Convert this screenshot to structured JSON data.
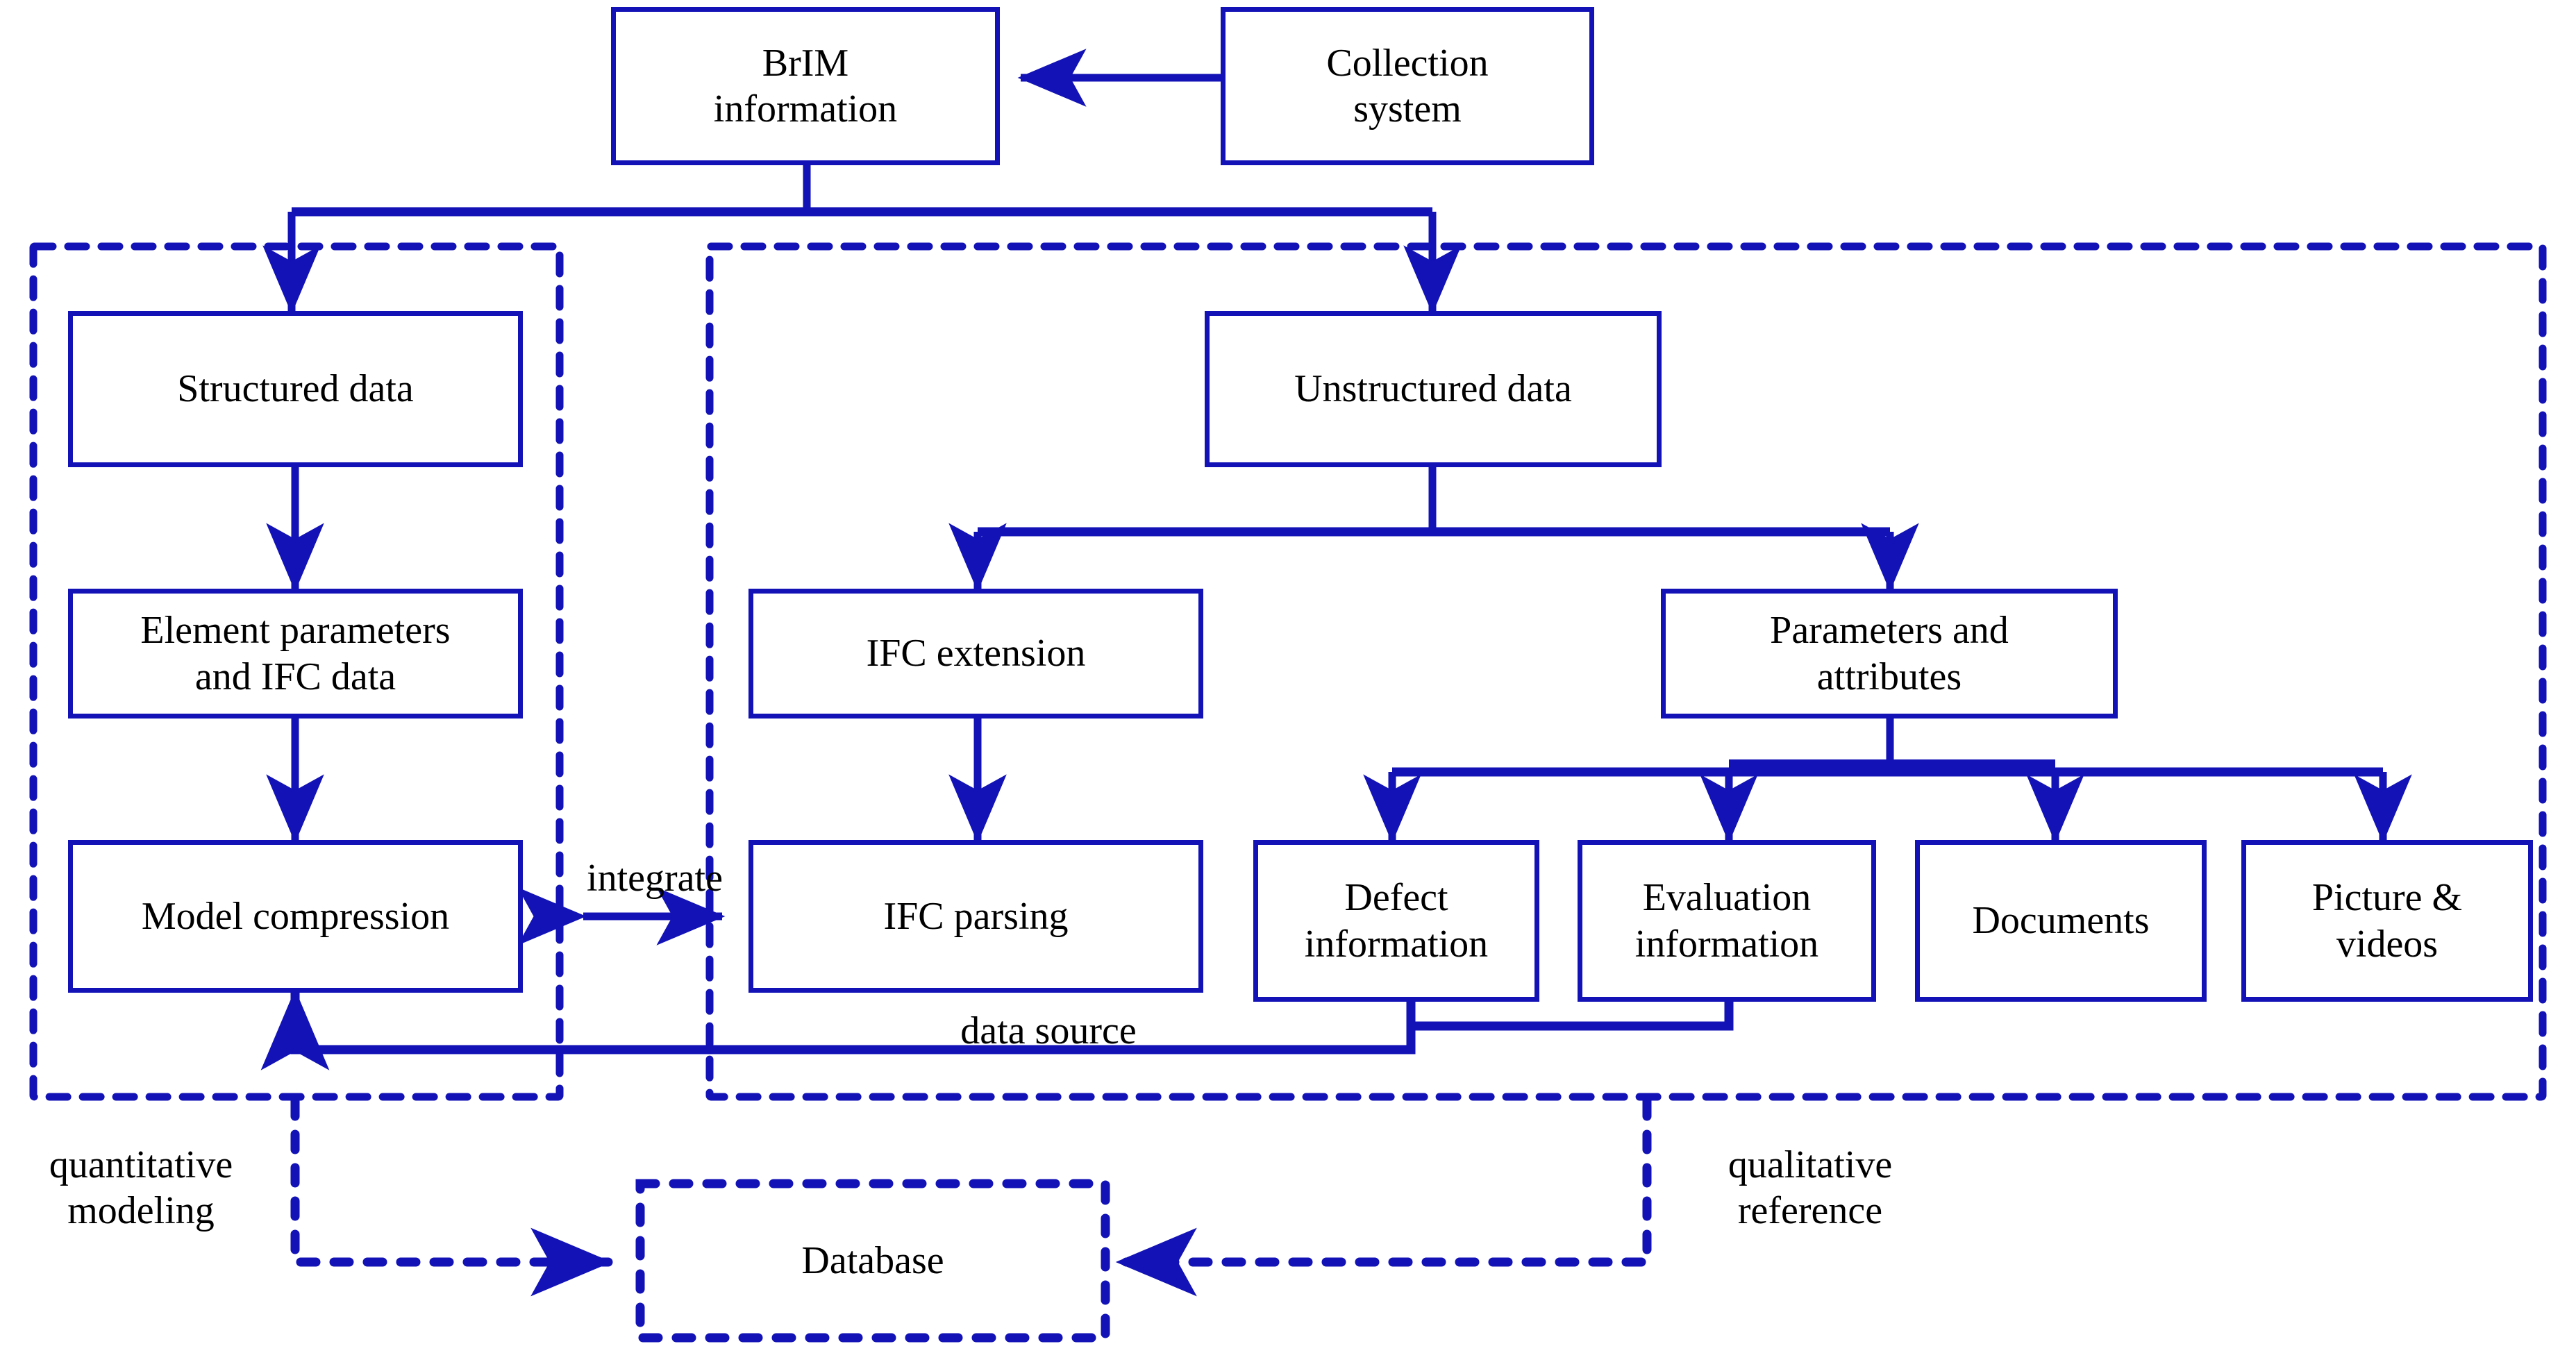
{
  "diagram": {
    "title": "BrIM information data processing flowchart",
    "colors": {
      "line": "#1212b6",
      "box_border": "#1212b6",
      "text": "#000000",
      "background": "#ffffff"
    },
    "nodes": {
      "brim_information": "BrIM\ninformation",
      "collection_system": "Collection\nsystem",
      "structured_data": "Structured data",
      "element_parameters": "Element parameters\nand IFC data",
      "model_compression": "Model compression",
      "unstructured_data": "Unstructured data",
      "ifc_extension": "IFC extension",
      "parameters_attributes": "Parameters and\nattributes",
      "ifc_parsing": "IFC parsing",
      "defect_information": "Defect\ninformation",
      "evaluation_information": "Evaluation\ninformation",
      "documents": "Documents",
      "picture_videos": "Picture &\nvideos",
      "database": "Database"
    },
    "edge_labels": {
      "integrate": "integrate",
      "data_source": "data source",
      "quantitative_modeling": "quantitative\nmodeling",
      "qualitative_reference": "qualitative\nreference"
    }
  }
}
